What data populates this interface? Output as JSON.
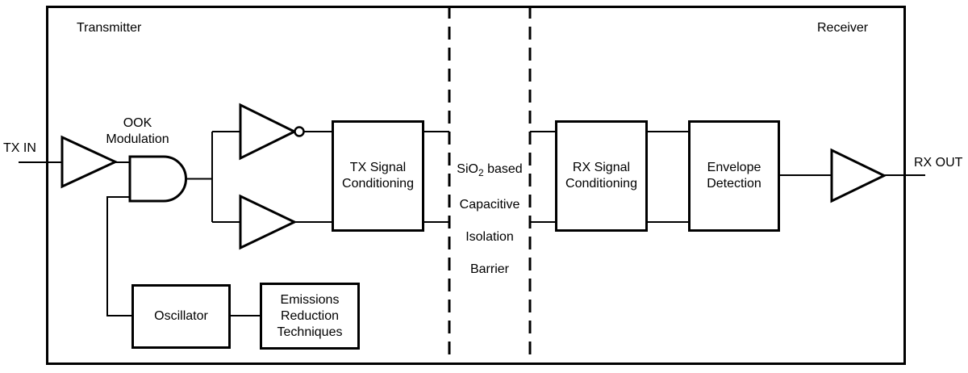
{
  "diagram": {
    "title_left": "Transmitter",
    "title_right": "Receiver",
    "ports": {
      "input": "TX IN",
      "output": "RX OUT"
    },
    "annotations": {
      "ook_modulation": "OOK\nModulation"
    },
    "blocks": {
      "tx_signal_conditioning": "TX Signal\nConditioning",
      "rx_signal_conditioning": "RX Signal\nConditioning",
      "envelope_detection": "Envelope\nDetection",
      "oscillator": "Oscillator",
      "emissions_reduction": "Emissions\nReduction\nTechniques"
    },
    "isolation_barrier": {
      "line1_prefix": "SiO",
      "line1_subscript": "2",
      "line1_suffix": " based",
      "line2": "Capacitive",
      "line3": "Isolation",
      "line4": "Barrier"
    },
    "colors": {
      "stroke": "#000000",
      "background": "#ffffff"
    }
  }
}
